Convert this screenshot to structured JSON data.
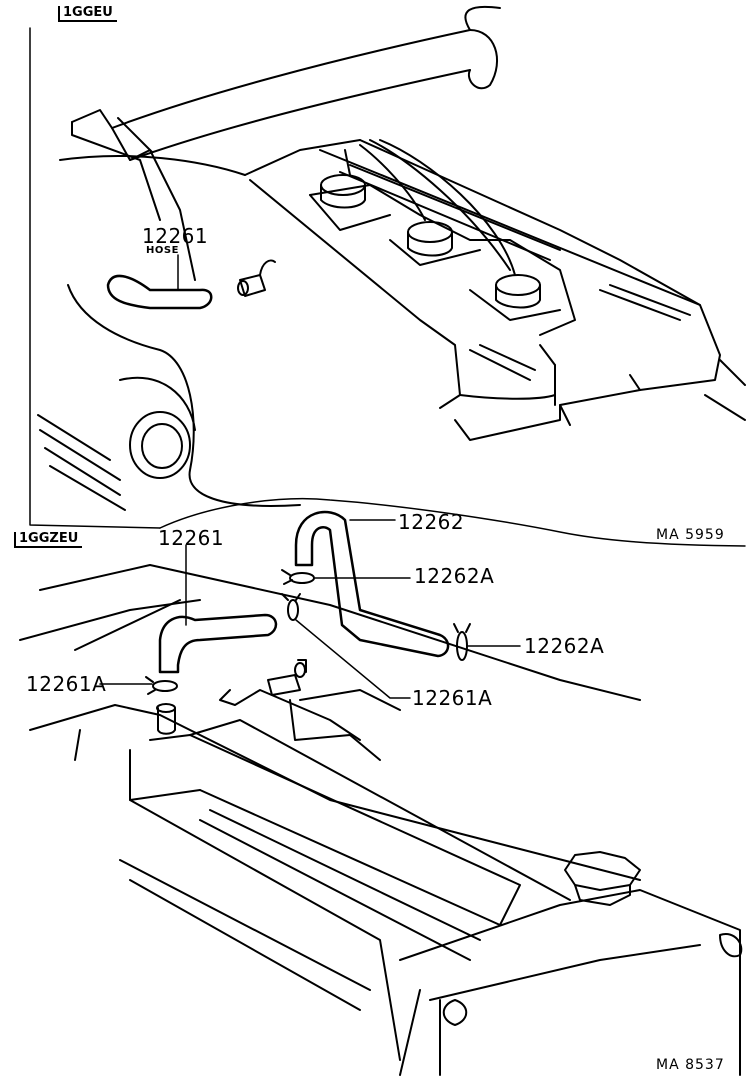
{
  "sections": [
    {
      "engine_code": "1GGEU",
      "parts": [
        {
          "number": "12261",
          "name": "HOSE"
        }
      ],
      "illustration_ref": "MA 5959"
    },
    {
      "engine_code": "1GGZEU",
      "parts": [
        {
          "number": "12261"
        },
        {
          "number": "12262"
        },
        {
          "number": "12262A"
        },
        {
          "number": "12262A"
        },
        {
          "number": "12261A"
        },
        {
          "number": "12261A"
        }
      ],
      "illustration_ref": "MA 8537"
    }
  ]
}
